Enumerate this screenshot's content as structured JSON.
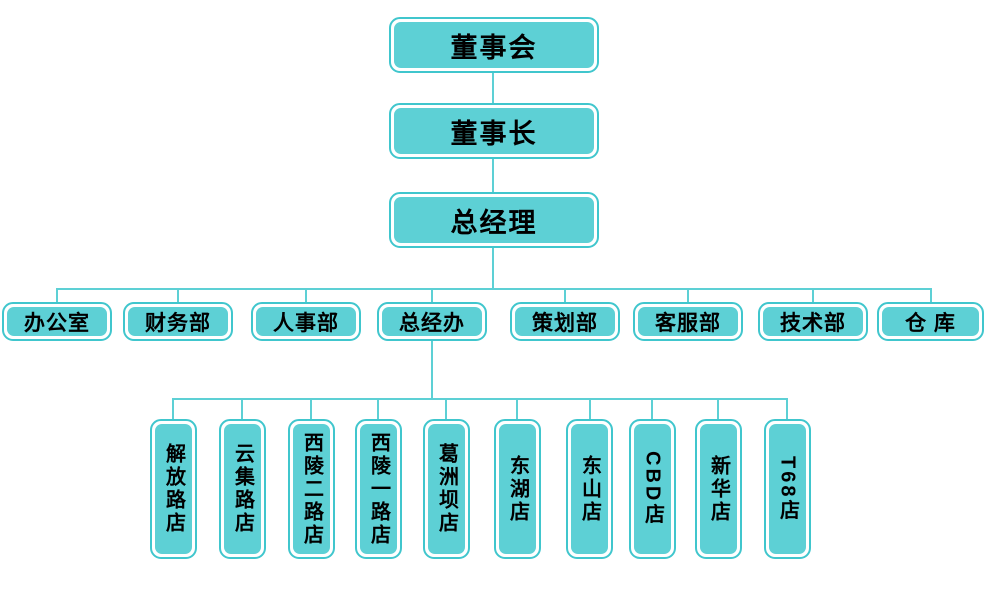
{
  "diagram": {
    "type": "org-chart",
    "colors": {
      "node_fill": "#5dd0d5",
      "node_border": "#40c6cd",
      "connector": "#5dd0d5",
      "text": "#000000",
      "background": "#ffffff"
    },
    "hierarchy": {
      "board": {
        "label": "董事会"
      },
      "chairman": {
        "label": "董事长"
      },
      "general_manager": {
        "label": "总经理"
      },
      "departments": [
        {
          "label": "办公室"
        },
        {
          "label": "财务部"
        },
        {
          "label": "人事部"
        },
        {
          "label": "总经办"
        },
        {
          "label": "策划部"
        },
        {
          "label": "客服部"
        },
        {
          "label": "技术部"
        },
        {
          "label": "仓 库"
        }
      ],
      "stores": [
        {
          "label": "解放路店"
        },
        {
          "label": "云集路店"
        },
        {
          "label": "西陵二路店"
        },
        {
          "label": "西陵一路店"
        },
        {
          "label": "葛洲坝店"
        },
        {
          "label": "东湖店"
        },
        {
          "label": "东山店"
        },
        {
          "label": "CBD店"
        },
        {
          "label": "新华店"
        },
        {
          "label": "T68店"
        }
      ]
    }
  }
}
